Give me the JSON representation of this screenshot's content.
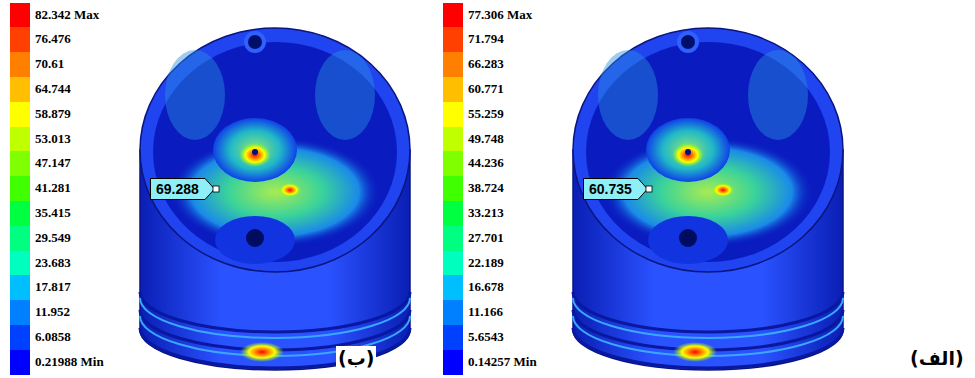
{
  "diagram": {
    "nodes": [
      {
        "text": [
          "69.288"
        ]
      },
      {
        "text": [
          "60.735"
        ]
      }
    ],
    "labels": [
      "(ب)",
      "(الف)"
    ],
    "legend": [
      {
        "text": "82.342 Max",
        "color": "#ff0000"
      },
      {
        "text": "76.476",
        "color": "#ff4000"
      },
      {
        "text": "70.61",
        "color": "#ff8000"
      },
      {
        "text": "64.744",
        "color": "#ffbf00"
      },
      {
        "text": "58.879",
        "color": "#ffff00"
      },
      {
        "text": "53.013",
        "color": "#bfff00"
      },
      {
        "text": "47.147",
        "color": "#80ff00"
      },
      {
        "text": "41.281",
        "color": "#40ff00"
      },
      {
        "text": "35.415",
        "color": "#00ff40"
      },
      {
        "text": "29.549",
        "color": "#00ff80"
      },
      {
        "text": "23.683",
        "color": "#00ffbf"
      },
      {
        "text": "17.817",
        "color": "#00bfff"
      },
      {
        "text": "11.952",
        "color": "#0080ff"
      },
      {
        "text": "6.0858",
        "color": "#0040ff"
      },
      {
        "text": "0.21988 Min",
        "color": "#0000ff"
      },
      {
        "text": "77.306 Max",
        "color": "#ff0000"
      },
      {
        "text": "71.794",
        "color": "#ff4000"
      },
      {
        "text": "66.283",
        "color": "#ff8000"
      },
      {
        "text": "60.771",
        "color": "#ffbf00"
      },
      {
        "text": "55.259",
        "color": "#ffff00"
      },
      {
        "text": "49.748",
        "color": "#bfff00"
      },
      {
        "text": "44.236",
        "color": "#80ff00"
      },
      {
        "text": "38.724",
        "color": "#40ff00"
      },
      {
        "text": "33.213",
        "color": "#00ff40"
      },
      {
        "text": "27.701",
        "color": "#00ff80"
      },
      {
        "text": "22.189",
        "color": "#00ffbf"
      },
      {
        "text": "16.678",
        "color": "#00bfff"
      },
      {
        "text": "11.166",
        "color": "#0080ff"
      },
      {
        "text": "5.6543",
        "color": "#0040ff"
      },
      {
        "text": "0.14257 Min",
        "color": "#0000ff"
      }
    ]
  }
}
